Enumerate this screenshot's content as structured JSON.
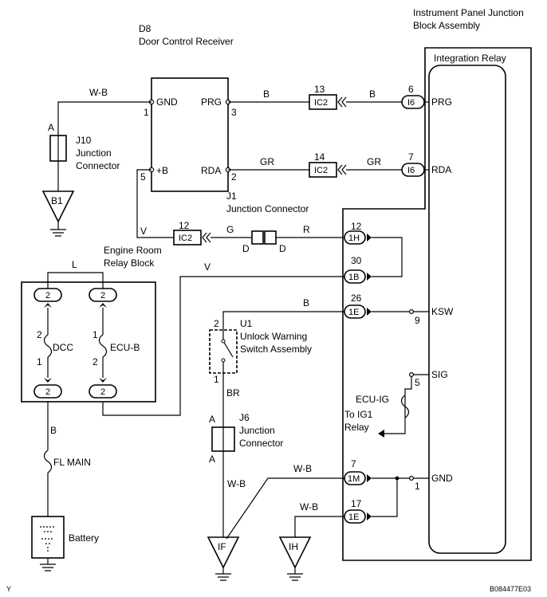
{
  "header": {
    "ipjb_line1": "Instrument Panel Junction",
    "ipjb_line2": "Block Assembly",
    "integration_relay": "Integration Relay"
  },
  "door_control_receiver": {
    "code": "D8",
    "name": "Door Control Receiver",
    "pins": {
      "gnd_num": "1",
      "gnd": "GND",
      "b_num": "5",
      "b": "+B",
      "prg_num": "3",
      "prg": "PRG",
      "rda_num": "2",
      "rda": "RDA"
    }
  },
  "j1": {
    "code": "J1",
    "name": "Junction Connector"
  },
  "j10": {
    "code": "J10",
    "line1": "Junction",
    "line2": "Connector",
    "pin": "A"
  },
  "j6": {
    "code": "J6",
    "line1": "Junction",
    "line2": "Connector",
    "pin_top": "A",
    "pin_bottom": "A"
  },
  "u1": {
    "code": "U1",
    "line1": "Unlock Warning",
    "line2": "Switch Assembly",
    "pin_top": "2",
    "pin_bottom": "1"
  },
  "engine_room": {
    "line1": "Engine Room",
    "line2": "Relay Block"
  },
  "fuses": {
    "dcc": "DCC",
    "ecu_b": "ECU-B",
    "fl_main": "FL MAIN",
    "ecu_ig": "ECU-IG"
  },
  "battery": "Battery",
  "to_ig1_line1": "To IG1",
  "to_ig1_line2": "Relay",
  "wires": {
    "wb1": "W-B",
    "b_prg1": "B",
    "b_prg2": "B",
    "gr1": "GR",
    "gr2": "GR",
    "v1": "V",
    "g": "G",
    "r": "R",
    "v2": "V",
    "l": "L",
    "b_ksw": "B",
    "br": "BR",
    "b_batt": "B",
    "wb2": "W-B",
    "wb3": "W-B",
    "wb4": "W-B"
  },
  "connectors": {
    "ic2_a": "IC2",
    "ic2_b": "IC2",
    "ic2_c": "IC2",
    "i6_a": "I6",
    "i6_b": "I6",
    "h1": "1H",
    "b1": "1B",
    "e1a": "1E",
    "m1": "1M",
    "e1b": "1E",
    "p13": "13",
    "p14": "14",
    "p12": "12",
    "p6": "6",
    "p7": "7",
    "p12b": "12",
    "p30": "30",
    "p26": "26",
    "p7b": "7",
    "p17": "17",
    "d_left": "D",
    "d_right": "D"
  },
  "relay_pins": {
    "prg": "PRG",
    "rda": "RDA",
    "ksw_num": "9",
    "ksw": "KSW",
    "sig_num": "5",
    "sig": "SIG",
    "gnd_num": "1",
    "gnd": "GND"
  },
  "er_pins": {
    "tl": "2",
    "tr": "2",
    "bl": "2",
    "br": "2",
    "dcc_top": "2",
    "dcc_bot": "1",
    "ecub_top": "1",
    "ecub_bot": "2"
  },
  "grounds": {
    "b1": "B1",
    "if": "IF",
    "ih": "IH"
  },
  "footer": {
    "left": "Y",
    "right": "B084477E03"
  }
}
